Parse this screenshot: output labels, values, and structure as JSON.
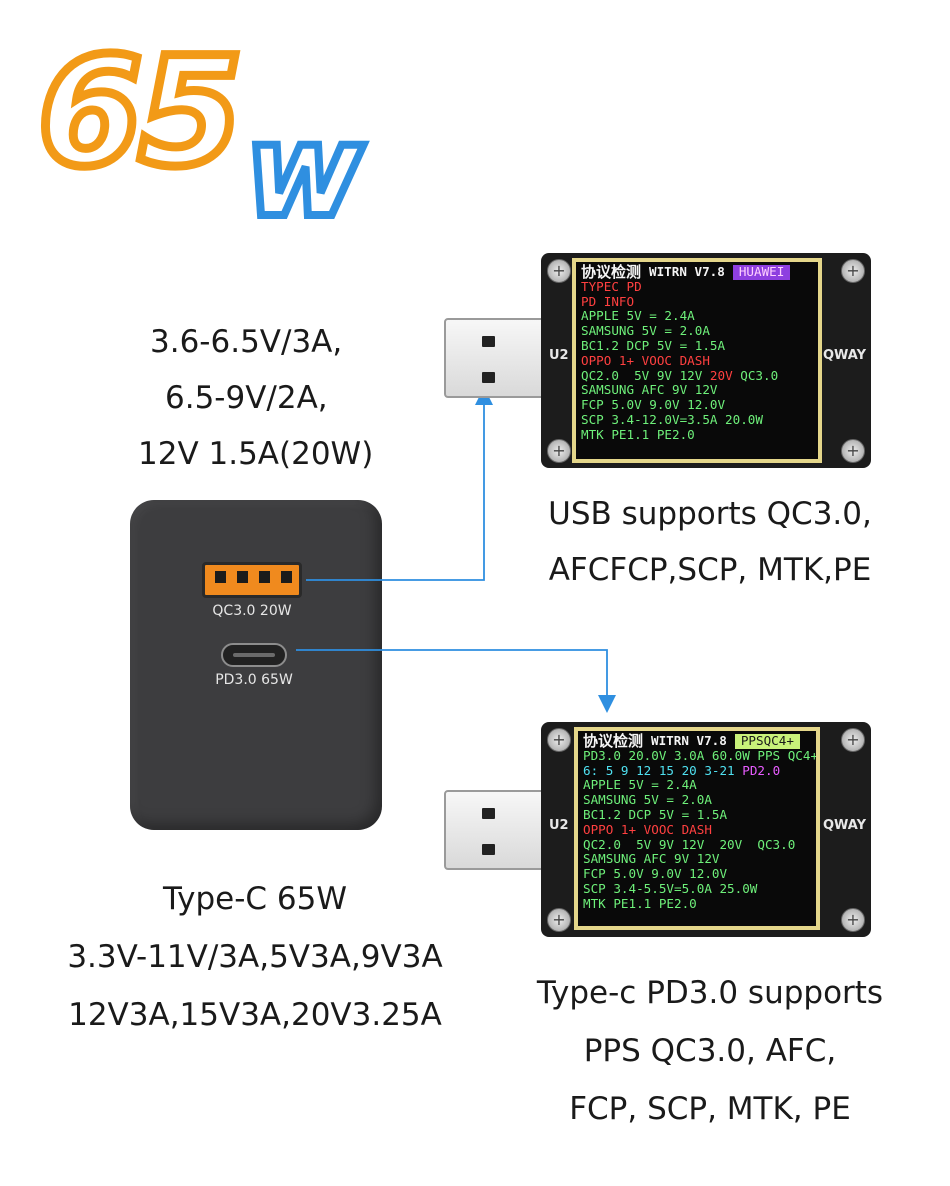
{
  "headline": {
    "number": "65",
    "unit": "w",
    "number_color": "#f29a17",
    "unit_color": "#2f8fe0"
  },
  "usb_a_specs": [
    "3.6-6.5V/3A,",
    "6.5-9V/2A,",
    "12V 1.5A(20W)"
  ],
  "usb_a_caption": [
    "USB supports QC3.0,",
    "AFCFCP,SCP, MTK,PE"
  ],
  "type_c_specs": [
    "Type-C 65W",
    "3.3V-11V/3A,5V3A,9V3A",
    "12V3A,15V3A,20V3.25A"
  ],
  "type_c_caption": [
    "Type-c PD3.0 supports",
    "PPS QC3.0, AFC,",
    "FCP, SCP, MTK, PE"
  ],
  "charger": {
    "usb_a_label": "QC3.0 20W",
    "usb_c_label": "PD3.0 65W"
  },
  "tester_top": {
    "side_left": "U2",
    "side_right": "QWAY",
    "title_cn": "协议检测",
    "model": "WITRN V7.8",
    "badge": "HUAWEI",
    "lines": [
      "TYPEC PD",
      "PD INFO",
      "APPLE 5V = 2.4A",
      "SAMSUNG 5V = 2.0A",
      "BC1.2 DCP 5V = 1.5A",
      "OPPO 1+ VOOC DASH",
      "QC2.0  5V 9V 12V",
      "SAMSUNG AFC 9V 12V",
      "FCP 5.0V 9.0V 12.0V",
      "SCP 3.4-12.0V=3.5A 20.0W",
      "MTK PE1.1 PE2.0"
    ],
    "qc_extra_20v": "20V",
    "qc_extra_qc3": "QC3.0"
  },
  "tester_bottom": {
    "side_left": "U2",
    "side_right": "QWAY",
    "title_cn": "协议检测",
    "model": "WITRN V7.8",
    "badge": "PPSQC4+",
    "lines": [
      "PD3.0 20.0V 3.0A 60.0W PPS QC4+",
      "6: 5 9 12 15 20 3-21",
      "APPLE 5V = 2.4A",
      "SAMSUNG 5V = 2.0A",
      "BC1.2 DCP 5V = 1.5A",
      "OPPO 1+ VOOC DASH",
      "QC2.0  5V 9V 12V  20V  QC3.0",
      "SAMSUNG AFC 9V 12V",
      "FCP 5.0V 9.0V 12.0V",
      "SCP 3.4-5.5V=5.0A 25.0W",
      "MTK PE1.1 PE2.0"
    ],
    "pd2_tag": "PD2.0"
  },
  "colors": {
    "arrow": "#2f8fe0",
    "lcd_border": "#e4d68a"
  }
}
